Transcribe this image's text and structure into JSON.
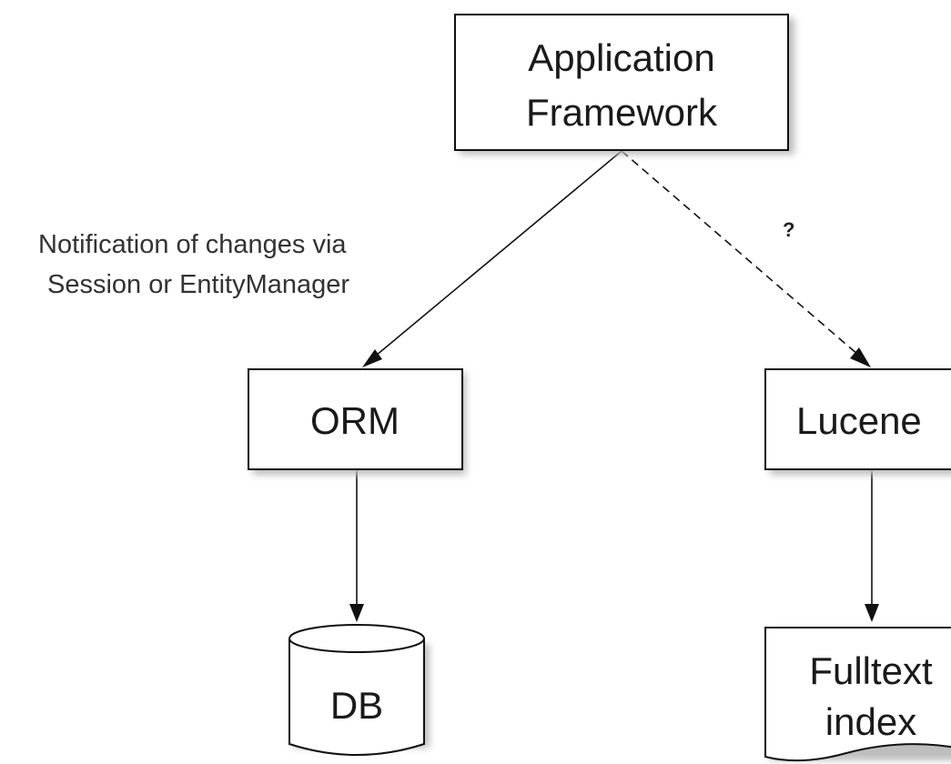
{
  "nodes": {
    "app_framework": {
      "line1": "Application",
      "line2": "Framework"
    },
    "orm": {
      "label": "ORM"
    },
    "lucene": {
      "label": "Lucene"
    },
    "db": {
      "label": "DB"
    },
    "fulltext_index": {
      "line1": "Fulltext",
      "line2": "index"
    }
  },
  "edges": {
    "framework_to_orm": {
      "label_line1": "Notification of changes via",
      "label_line2": "Session or EntityManager",
      "style": "solid"
    },
    "framework_to_lucene": {
      "label": "?",
      "style": "dashed"
    },
    "orm_to_db": {
      "style": "solid"
    },
    "lucene_to_index": {
      "style": "solid"
    }
  },
  "colors": {
    "line": "#111111",
    "text": "#1a1a1a",
    "shadow": "#bdbdbd",
    "background": "#ffffff"
  }
}
